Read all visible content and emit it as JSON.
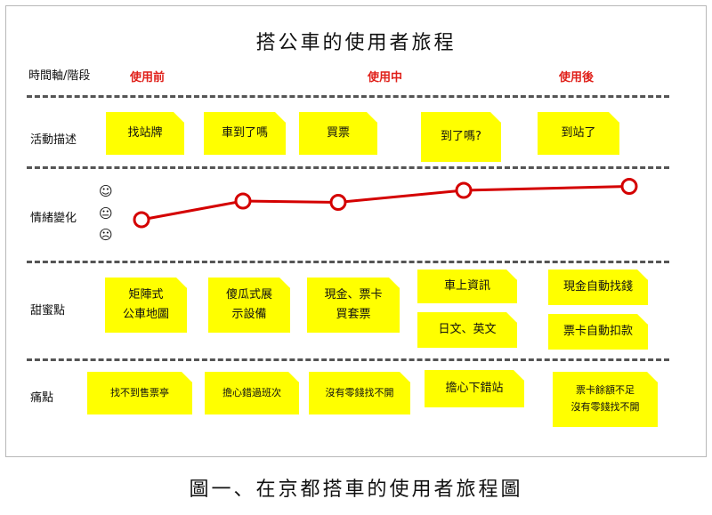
{
  "title": "搭公車的使用者旅程",
  "phase_header": "時間軸/階段",
  "phases": [
    "使用前",
    "使用中",
    "使用後"
  ],
  "rows": {
    "activities": "活動描述",
    "emotion": "情緒變化",
    "delights": "甜蜜點",
    "pains": "痛點"
  },
  "activities": [
    "找站牌",
    "車到了嗎",
    "買票",
    "到了嗎?",
    "到站了"
  ],
  "emotion_faces": [
    "☺",
    "😐",
    "☹"
  ],
  "emotion_levels": [
    1.1,
    1.8,
    1.75,
    2.2,
    2.35
  ],
  "delights": [
    "矩陣式\n公車地圖",
    "傻瓜式展\n示設備",
    "現金、票卡\n買套票",
    "車上資訊",
    "日文、英文",
    "現金自動找錢",
    "票卡自動扣款"
  ],
  "pains": [
    "找不到售票亭",
    "擔心錯過班次",
    "沒有零錢找不開",
    "擔心下錯站",
    "票卡餘額不足\n沒有零錢找不開"
  ],
  "caption": "圖一、在京都搭車的使用者旅程圖",
  "colors": {
    "note": "#ffff00",
    "phase": "#e0201a",
    "emotion_line": "#d40000"
  }
}
